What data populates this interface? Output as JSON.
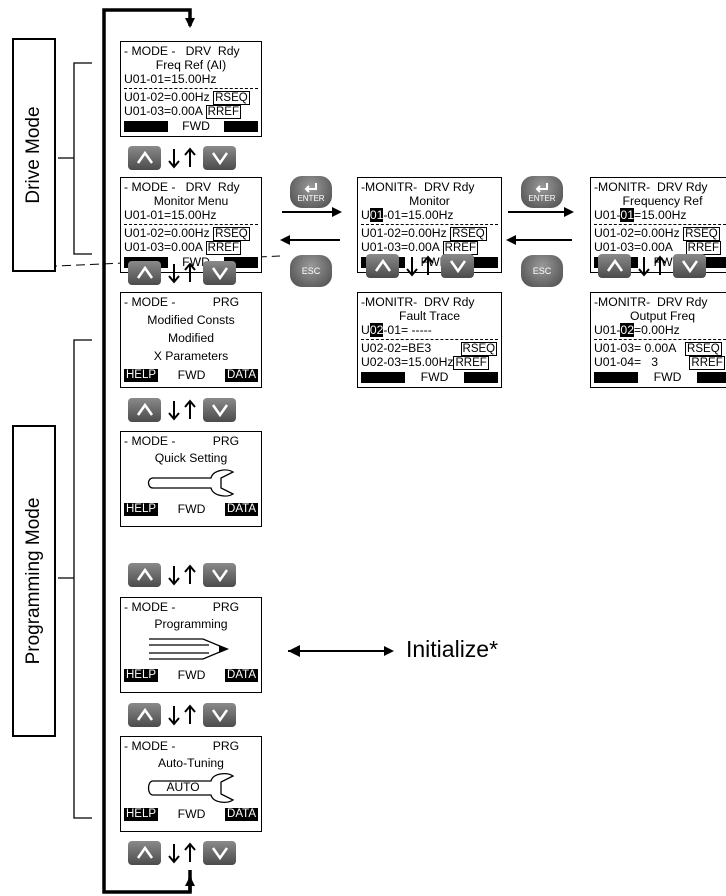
{
  "side_labels": {
    "drive": "Drive Mode",
    "programming": "Programming Mode"
  },
  "mode_screens": [
    {
      "header": "- MODE -   DRV  Rdy",
      "line1": "Freq Ref (AI)",
      "line2": "U01-01=15.00Hz",
      "line3": "U01-02=0.00Hz",
      "box3": "RSEQ",
      "line4": "U01-03=0.00A",
      "box4": "RREF",
      "footer": {
        "left": "",
        "mid": "FWD",
        "right": ""
      }
    },
    {
      "header": "- MODE -   DRV  Rdy",
      "line1": "Monitor Menu",
      "line2": "U01-01=15.00Hz",
      "line3": "U01-02=0.00Hz",
      "box3": "RSEQ",
      "line4": "U01-03=0.00A",
      "box4": "RREF",
      "footer": {
        "left": "",
        "mid": "FWD",
        "right": ""
      }
    },
    {
      "header": "- MODE -           PRG",
      "line1": "Modified Consts",
      "line2": "Modified",
      "line3": "X Parameters",
      "footer": {
        "left": "HELP",
        "mid": "FWD",
        "right": "DATA"
      }
    },
    {
      "header": "- MODE -           PRG",
      "line1": "Quick Setting",
      "icon": "wrench-icon",
      "footer": {
        "left": "HELP",
        "mid": "FWD",
        "right": "DATA"
      }
    },
    {
      "header": "- MODE -           PRG",
      "line1": "Programming",
      "icon": "pencil-icon",
      "footer": {
        "left": "HELP",
        "mid": "FWD",
        "right": "DATA"
      }
    },
    {
      "header": "- MODE -           PRG",
      "line1": "Auto-Tuning",
      "icon": "auto-wrench-icon",
      "icon_text": "AUTO",
      "footer": {
        "left": "HELP",
        "mid": "FWD",
        "right": "DATA"
      }
    }
  ],
  "monitor_screens": [
    {
      "header": "-MONITR-  DRV Rdy",
      "title": "Monitor",
      "line2_pre": "U",
      "line2_hl": "01",
      "line2_post": "-01=15.00Hz",
      "line3": "U01-02=0.00Hz",
      "box3": "RSEQ",
      "line4": "U01-03=0.00A",
      "box4": "RREF",
      "footer_mid": "FWD"
    },
    {
      "header": "-MONITR-  DRV Rdy",
      "title": "Fault Trace",
      "line2_pre": "U",
      "line2_hl": "02",
      "line2_post": "-01= -----",
      "line3": "U02-02=BE3",
      "box3": "RSEQ",
      "line4": "U02-03=15.00Hz",
      "box4": "RREF",
      "footer_mid": "FWD"
    },
    {
      "header": "-MONITR-  DRV Rdy",
      "title": "Frequency Ref",
      "line2_pre": "U01-",
      "line2_hl": "01",
      "line2_post": "=15.00Hz",
      "line3": "U01-02=0.00Hz",
      "box3": "RSEQ",
      "line4": "U01-03=0.00A",
      "box4": "RREF",
      "footer_mid": "FWD"
    },
    {
      "header": "-MONITR-  DRV Rdy",
      "title": "Output Freq",
      "line2_pre": "U01-",
      "line2_hl": "02",
      "line2_post": "=0.00Hz",
      "line3": "U01-03= 0.00A",
      "box3": "RSEQ",
      "line4": "U01-04=   3",
      "box4": "RREF",
      "footer_mid": "FWD"
    }
  ],
  "keys": {
    "enter": "ENTER",
    "esc": "ESC"
  },
  "initialize_label": "Initialize*",
  "colors": {
    "key_dark": "#4b4b4b",
    "key_light": "#8a8a8a"
  }
}
